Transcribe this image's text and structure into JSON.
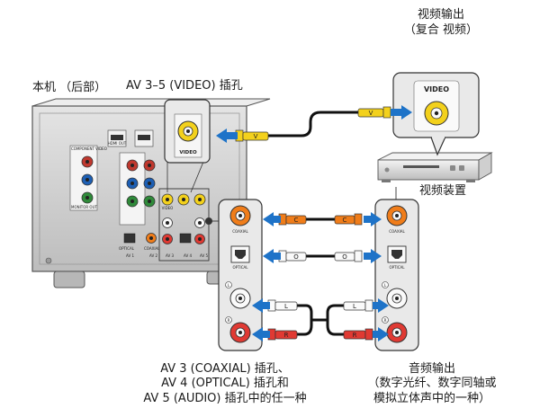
{
  "labels": {
    "main_unit": "本机 （后部）",
    "av35_jack": "AV 3–5 (VIDEO) 插孔",
    "video_output_line1": "视频输出",
    "video_output_line2": "（复合 视频）",
    "video_device": "视频装置",
    "av_inputs_line1": "AV 3 (COAXIAL) 插孔、",
    "av_inputs_line2": "AV 4 (OPTICAL) 插孔和",
    "av_inputs_line3": "AV 5 (AUDIO) 插孔中的任一种",
    "audio_output_line1": "音频输出",
    "audio_output_line2": "（数字光纤、数字同轴或",
    "audio_output_line3": "模拟立体声中的一种）"
  },
  "jack_text": {
    "video_big": "VIDEO",
    "video_small": "VIDEO",
    "coaxial": "COAXIAL",
    "optical": "OPTICAL",
    "left": "L",
    "right": "R"
  },
  "plug_text": {
    "v": "V",
    "c": "C",
    "o": "O",
    "l": "L",
    "r": "R"
  },
  "panel_text": {
    "hdmi_out": "HDMI OUT",
    "component_video": "COMPONENT VIDEO",
    "monitor_out": "MONITOR OUT",
    "video": "VIDEO",
    "optical": "OPTICAL",
    "coaxial": "COAXIAL",
    "av1": "AV 1",
    "av2": "AV 2",
    "av3": "AV 3",
    "av4": "AV 4",
    "av5": "AV 5"
  },
  "colors": {
    "arrow_blue": "#1e73c8",
    "plug_orange": "#f07d1a",
    "plug_yellow": "#f3d11c",
    "plug_red": "#e03a33",
    "plug_white": "#ffffff",
    "panel_grey": "#d6d6d6",
    "callout_grey": "#e9e9e9"
  }
}
